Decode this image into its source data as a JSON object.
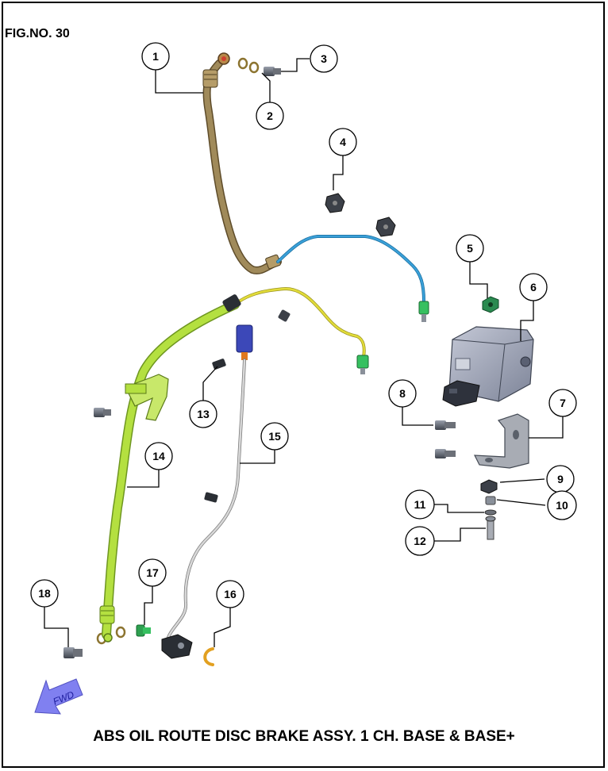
{
  "figure_label": "FIG.NO. 30",
  "caption": "ABS OIL ROUTE DISC BRAKE ASSY. 1 CH. BASE & BASE+",
  "fwd_label": "FWD",
  "callouts": [
    "1",
    "2",
    "3",
    "4",
    "5",
    "6",
    "7",
    "8",
    "9",
    "10",
    "11",
    "12",
    "13",
    "14",
    "15",
    "16",
    "17",
    "18"
  ],
  "colors": {
    "hose_main": "#a08a5a",
    "pipe_blue": "#3aa0d8",
    "pipe_yellow": "#e2dc3a",
    "hose_green": "#b4e040",
    "sensor_blue": "#3c48b8",
    "abs_unit": "#9aa0b4",
    "fwd_arrow": "#8080f0"
  }
}
